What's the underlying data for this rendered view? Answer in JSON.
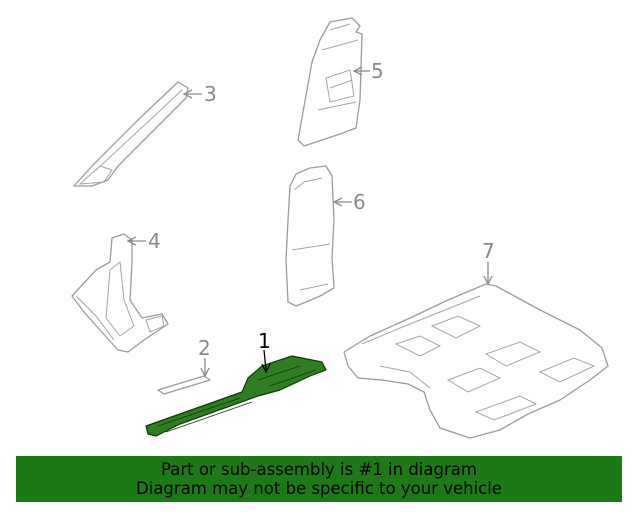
{
  "diagram": {
    "callouts": [
      {
        "id": "1",
        "label": "1",
        "highlighted": true
      },
      {
        "id": "2",
        "label": "2",
        "highlighted": false
      },
      {
        "id": "3",
        "label": "3",
        "highlighted": false
      },
      {
        "id": "4",
        "label": "4",
        "highlighted": false
      },
      {
        "id": "5",
        "label": "5",
        "highlighted": false
      },
      {
        "id": "6",
        "label": "6",
        "highlighted": false
      },
      {
        "id": "7",
        "label": "7",
        "highlighted": false
      }
    ],
    "colors": {
      "highlight_fill": "#2e7d1e",
      "line": "#9b9b9b",
      "banner": "#1b7a16"
    }
  },
  "banner": {
    "line1": "Part or sub-assembly is #1 in diagram",
    "line2": "Diagram may not be specific to your vehicle"
  }
}
